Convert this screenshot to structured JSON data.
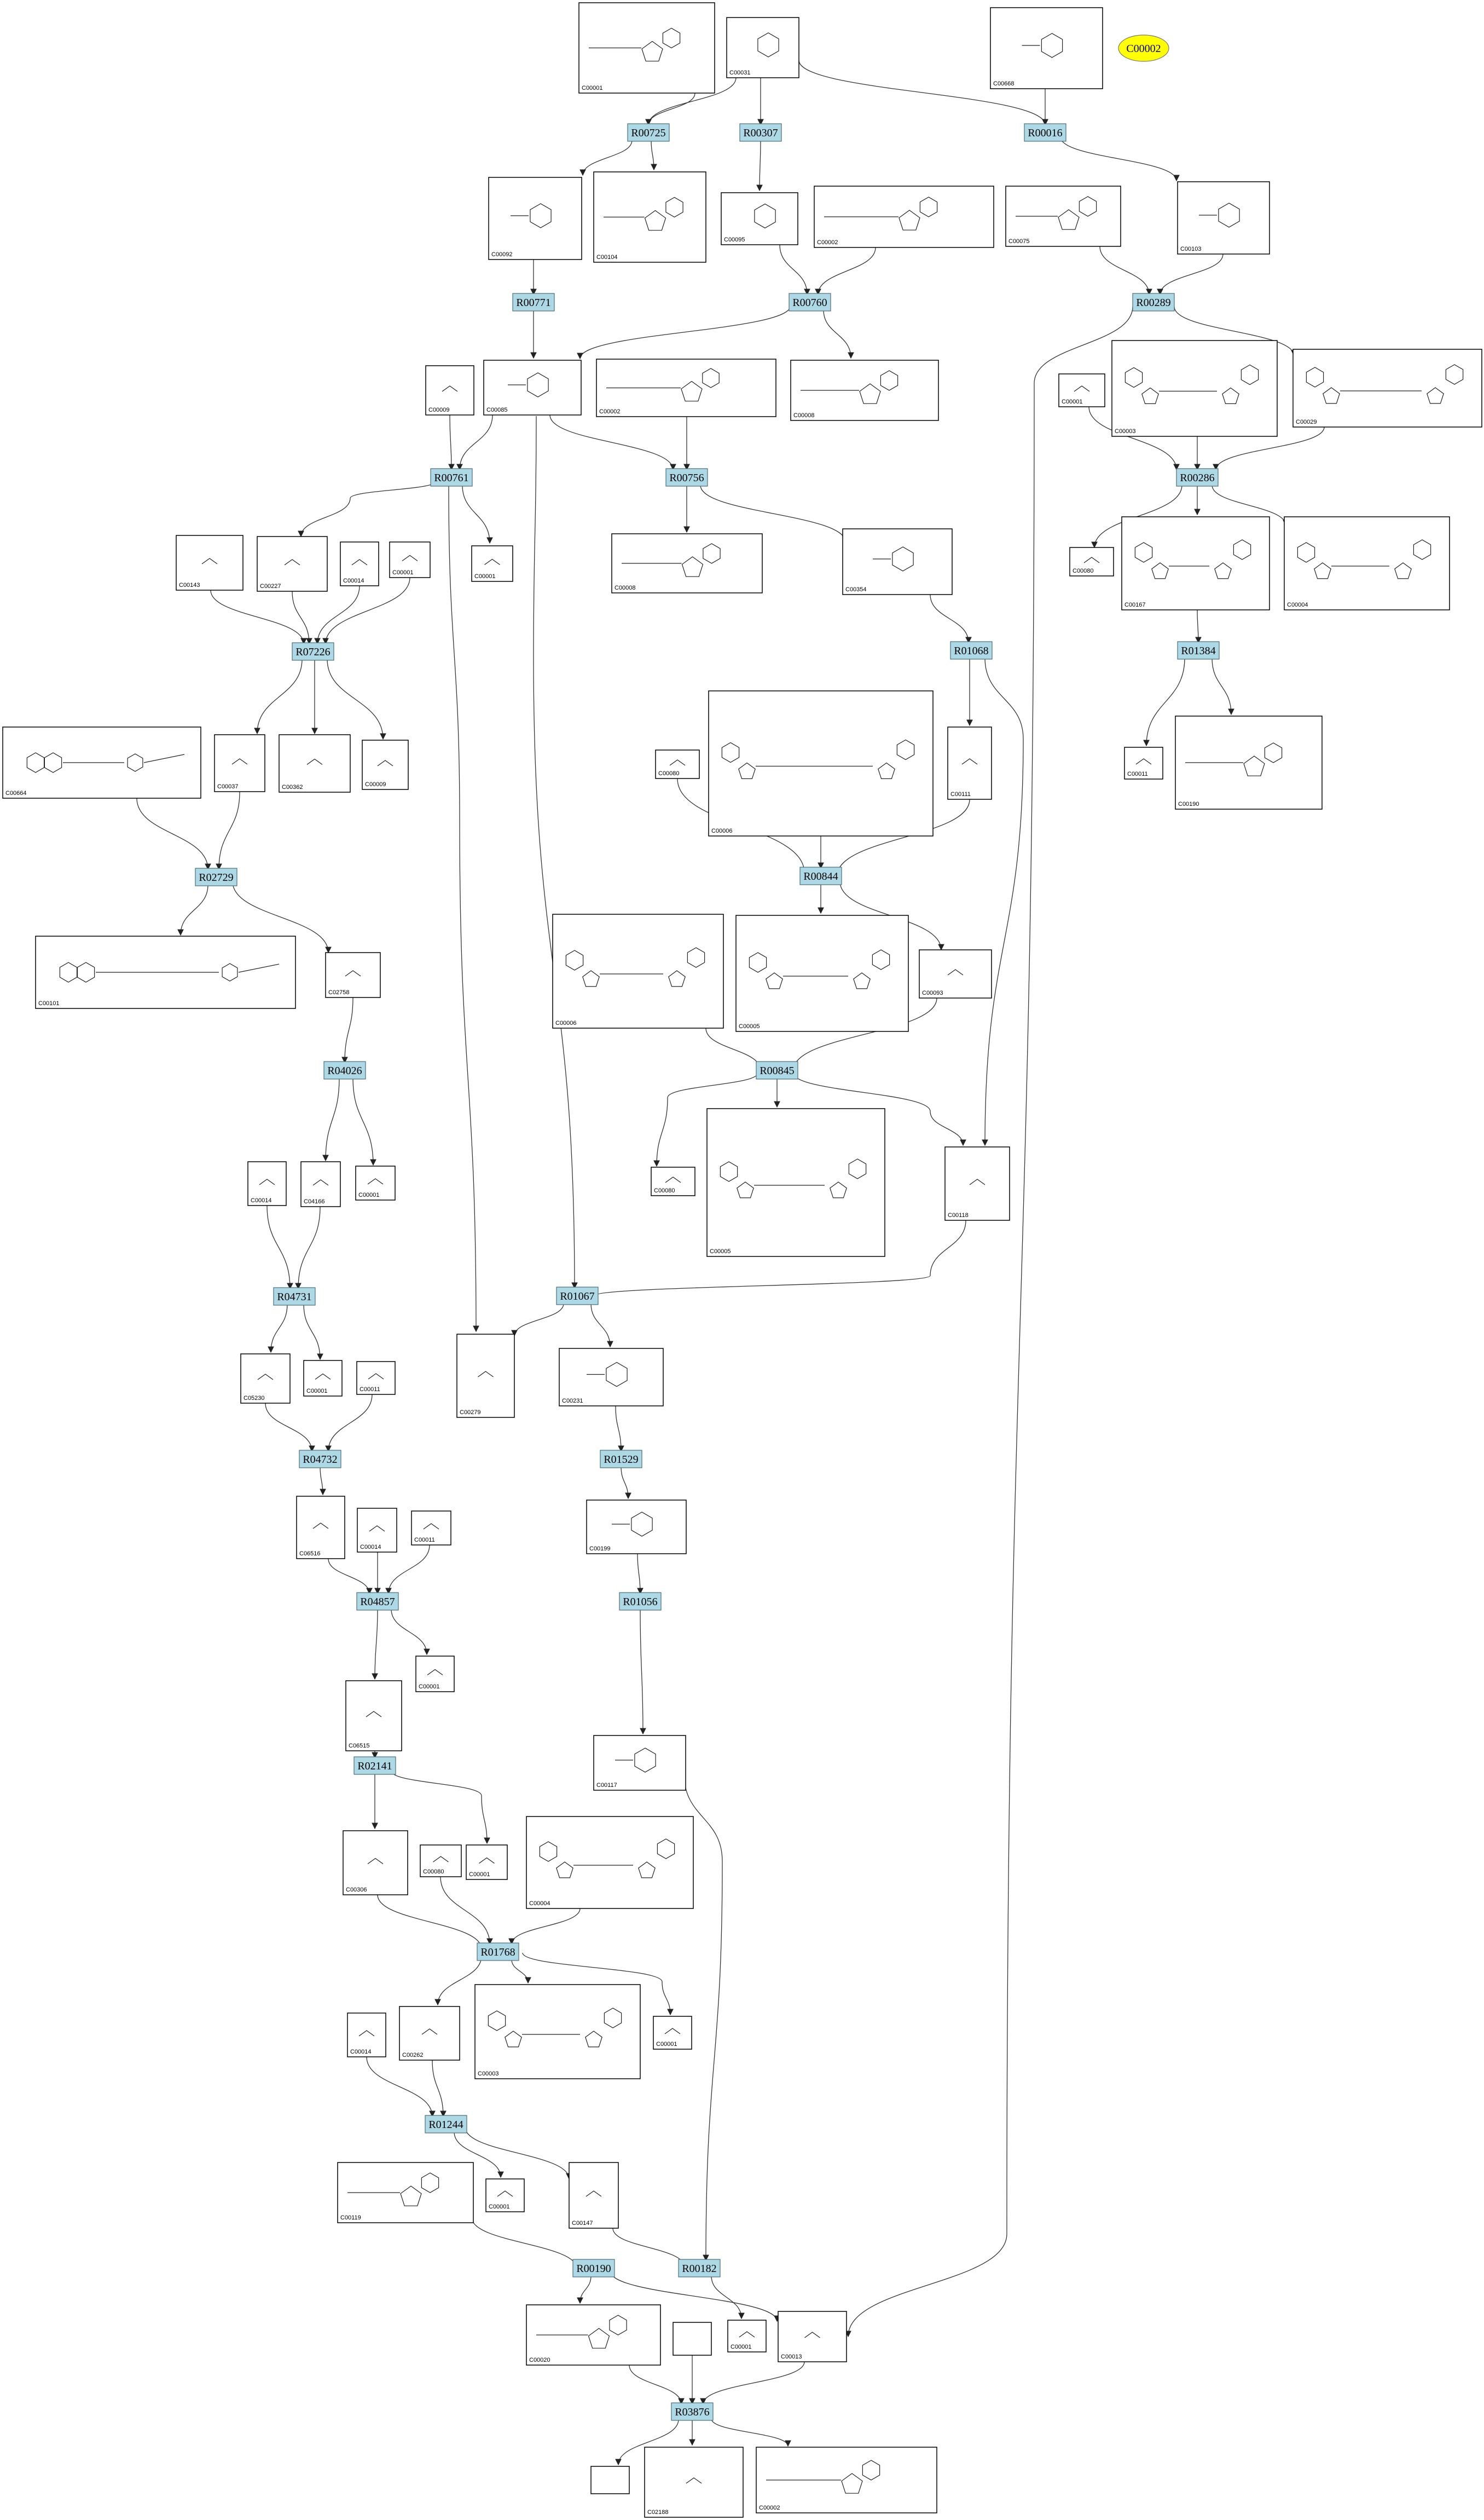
{
  "highlight": {
    "id": "C00002"
  },
  "reactions": [
    {
      "key": "R00725",
      "label": "R00725"
    },
    {
      "key": "R00307",
      "label": "R00307"
    },
    {
      "key": "R00016",
      "label": "R00016"
    },
    {
      "key": "R00771",
      "label": "R00771"
    },
    {
      "key": "R00760",
      "label": "R00760"
    },
    {
      "key": "R00289",
      "label": "R00289"
    },
    {
      "key": "R00761",
      "label": "R00761"
    },
    {
      "key": "R00756",
      "label": "R00756"
    },
    {
      "key": "R00286",
      "label": "R00286"
    },
    {
      "key": "R07226",
      "label": "R07226"
    },
    {
      "key": "R01068",
      "label": "R01068"
    },
    {
      "key": "R01384",
      "label": "R01384"
    },
    {
      "key": "R00844",
      "label": "R00844"
    },
    {
      "key": "R02729",
      "label": "R02729"
    },
    {
      "key": "R00845",
      "label": "R00845"
    },
    {
      "key": "R04026",
      "label": "R04026"
    },
    {
      "key": "R01067",
      "label": "R01067"
    },
    {
      "key": "R04731",
      "label": "R04731"
    },
    {
      "key": "R04732",
      "label": "R04732"
    },
    {
      "key": "R01529",
      "label": "R01529"
    },
    {
      "key": "R04857",
      "label": "R04857"
    },
    {
      "key": "R01056",
      "label": "R01056"
    },
    {
      "key": "R02141",
      "label": "R02141"
    },
    {
      "key": "R01768",
      "label": "R01768"
    },
    {
      "key": "R01244",
      "label": "R01244"
    },
    {
      "key": "R00190",
      "label": "R00190"
    },
    {
      "key": "R00182",
      "label": "R00182"
    },
    {
      "key": "R03876",
      "label": "R03876"
    }
  ],
  "compounds": [
    {
      "key": "n1",
      "id": "C00001",
      "style": "nucleotide"
    },
    {
      "key": "n2",
      "id": "C00031",
      "style": "sugar"
    },
    {
      "key": "n3",
      "id": "C00668",
      "style": "sugarp"
    },
    {
      "key": "n4",
      "id": "C00092",
      "style": "sugarp"
    },
    {
      "key": "n5",
      "id": "C00104",
      "style": "nucleotide"
    },
    {
      "key": "n6",
      "id": "C00095",
      "style": "sugar"
    },
    {
      "key": "n7",
      "id": "C00002",
      "style": "nucleotide"
    },
    {
      "key": "n8",
      "id": "C00075",
      "style": "nucleotide"
    },
    {
      "key": "n9",
      "id": "C00103",
      "style": "sugarp"
    },
    {
      "key": "n10",
      "id": "C00009",
      "style": "small"
    },
    {
      "key": "n11",
      "id": "C00085",
      "style": "sugarp"
    },
    {
      "key": "n12",
      "id": "C00002",
      "style": "nucleotide"
    },
    {
      "key": "n13",
      "id": "C00008",
      "style": "nucleotide"
    },
    {
      "key": "n14",
      "id": "C00003",
      "style": "dinucleotide"
    },
    {
      "key": "n15",
      "id": "C00029",
      "style": "dinucleotide"
    },
    {
      "key": "n16",
      "id": "C00001",
      "style": "small"
    },
    {
      "key": "n17",
      "id": "C00143",
      "style": "small"
    },
    {
      "key": "n18",
      "id": "C00227",
      "style": "small"
    },
    {
      "key": "n19",
      "id": "C00014",
      "style": "small"
    },
    {
      "key": "n20",
      "id": "C00001",
      "style": "small"
    },
    {
      "key": "n21",
      "id": "C00001",
      "style": "small"
    },
    {
      "key": "n22",
      "id": "C00008",
      "style": "nucleotide"
    },
    {
      "key": "n23",
      "id": "C00354",
      "style": "sugarp"
    },
    {
      "key": "n24",
      "id": "C00080",
      "style": "small"
    },
    {
      "key": "n25",
      "id": "C00167",
      "style": "dinucleotide"
    },
    {
      "key": "n26",
      "id": "C00004",
      "style": "dinucleotide"
    },
    {
      "key": "n27",
      "id": "C00664",
      "style": "pterin"
    },
    {
      "key": "n28",
      "id": "C00037",
      "style": "small"
    },
    {
      "key": "n29",
      "id": "C00362",
      "style": "small"
    },
    {
      "key": "n30",
      "id": "C00009",
      "style": "small"
    },
    {
      "key": "n31",
      "id": "C00080",
      "style": "small"
    },
    {
      "key": "n32",
      "id": "C00006",
      "style": "dinucleotide"
    },
    {
      "key": "n33",
      "id": "C00111",
      "style": "small"
    },
    {
      "key": "n34",
      "id": "C00011",
      "style": "small"
    },
    {
      "key": "n35",
      "id": "C00190",
      "style": "nucleotide"
    },
    {
      "key": "n36",
      "id": "C00101",
      "style": "pterin"
    },
    {
      "key": "n37",
      "id": "C02758",
      "style": "small"
    },
    {
      "key": "n38",
      "id": "C00006",
      "style": "dinucleotide"
    },
    {
      "key": "n39",
      "id": "C00005",
      "style": "dinucleotide"
    },
    {
      "key": "n40",
      "id": "C00093",
      "style": "small"
    },
    {
      "key": "n41",
      "id": "C00080",
      "style": "small"
    },
    {
      "key": "n42",
      "id": "C00005",
      "style": "dinucleotide"
    },
    {
      "key": "n43",
      "id": "C00118",
      "style": "small"
    },
    {
      "key": "n44",
      "id": "C00014",
      "style": "small"
    },
    {
      "key": "n45",
      "id": "C04166",
      "style": "small"
    },
    {
      "key": "n46",
      "id": "C00001",
      "style": "small"
    },
    {
      "key": "n47",
      "id": "C05230",
      "style": "small"
    },
    {
      "key": "n48",
      "id": "C00001",
      "style": "small"
    },
    {
      "key": "n49",
      "id": "C00011",
      "style": "small"
    },
    {
      "key": "n50",
      "id": "C00279",
      "style": "small"
    },
    {
      "key": "n51",
      "id": "C00231",
      "style": "sugarp"
    },
    {
      "key": "n52",
      "id": "C00199",
      "style": "sugarp"
    },
    {
      "key": "n53",
      "id": "C06516",
      "style": "small"
    },
    {
      "key": "n54",
      "id": "C00014",
      "style": "small"
    },
    {
      "key": "n55",
      "id": "C00011",
      "style": "small"
    },
    {
      "key": "n56",
      "id": "C06515",
      "style": "small"
    },
    {
      "key": "n57",
      "id": "C00001",
      "style": "small"
    },
    {
      "key": "n58",
      "id": "C00117",
      "style": "sugarp"
    },
    {
      "key": "n59",
      "id": "C00306",
      "style": "small"
    },
    {
      "key": "n60",
      "id": "C00080",
      "style": "small"
    },
    {
      "key": "n61",
      "id": "C00001",
      "style": "small"
    },
    {
      "key": "n62",
      "id": "C00004",
      "style": "dinucleotide"
    },
    {
      "key": "n63",
      "id": "C00014",
      "style": "small"
    },
    {
      "key": "n64",
      "id": "C00262",
      "style": "small"
    },
    {
      "key": "n65",
      "id": "C00003",
      "style": "dinucleotide"
    },
    {
      "key": "n66",
      "id": "C00001",
      "style": "small"
    },
    {
      "key": "n67",
      "id": "C00119",
      "style": "nucleotide"
    },
    {
      "key": "n68",
      "id": "C00001",
      "style": "small"
    },
    {
      "key": "n69",
      "id": "C00147",
      "style": "small"
    },
    {
      "key": "n70",
      "id": "C00020",
      "style": "nucleotide"
    },
    {
      "key": "n71",
      "id": "",
      "style": "empty"
    },
    {
      "key": "n72",
      "id": "C00001",
      "style": "small"
    },
    {
      "key": "n73",
      "id": "C00013",
      "style": "small"
    },
    {
      "key": "n74",
      "id": "",
      "style": "empty"
    },
    {
      "key": "n75",
      "id": "C02188",
      "style": "small"
    },
    {
      "key": "n76",
      "id": "C00002",
      "style": "nucleotide"
    }
  ]
}
